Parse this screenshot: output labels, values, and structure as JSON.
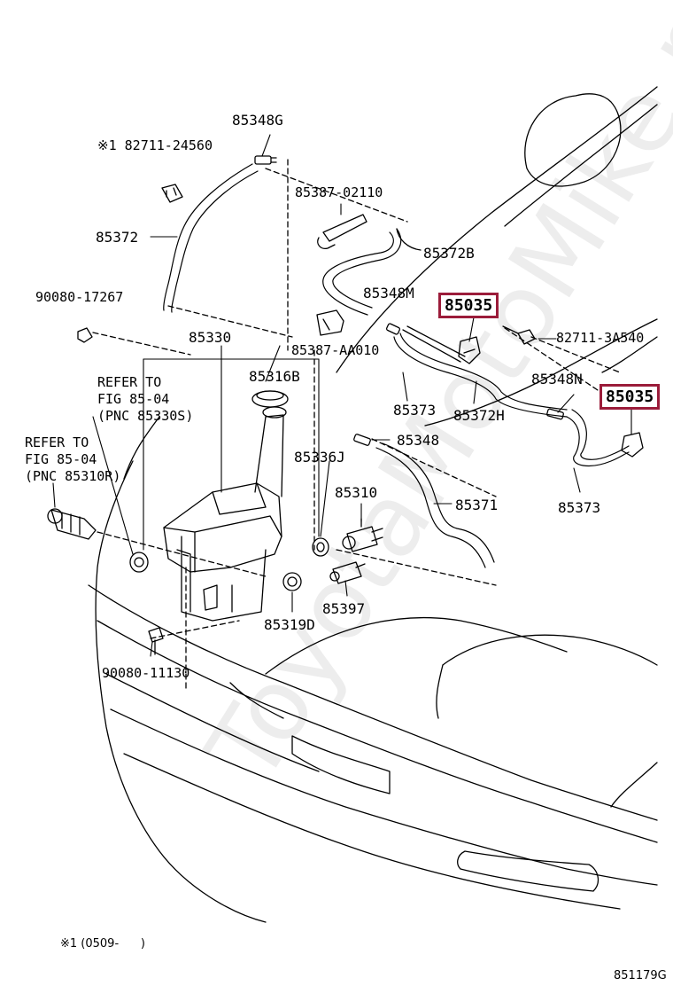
{
  "watermark": "ToyotaMotoMike.ru",
  "labels": {
    "p85348g": "85348G",
    "p82711_24560": "※1 82711-24560",
    "p85387_02110": "85387-02110",
    "p85372": "85372",
    "p85372b": "85372B",
    "p90080_17267": "90080-17267",
    "p85348m": "85348M",
    "p85035_a": "85035",
    "p82711_3a540": "82711-3A540",
    "p85330": "85330",
    "p85387_aa010": "85387-AA010",
    "p85316b": "85316B",
    "p85348n": "85348N",
    "p85035_b": "85035",
    "p85373_a": "85373",
    "p85372h": "85372H",
    "p85348": "85348",
    "p85336j": "85336J",
    "p85310": "85310",
    "p85371": "85371",
    "p85373_b": "85373",
    "p85397": "85397",
    "p85319d": "85319D",
    "p90080_11130": "90080-11130"
  },
  "notes": {
    "refer_1": "REFER TO\nFIG 85-04\n(PNC 85330S)",
    "refer_2": "REFER TO\nFIG 85-04\n(PNC 85310R)"
  },
  "footnote": "※1 (0509-      )",
  "diagram_code": "851179G",
  "colors": {
    "highlight": "#9b1c3a",
    "line": "#000000"
  }
}
